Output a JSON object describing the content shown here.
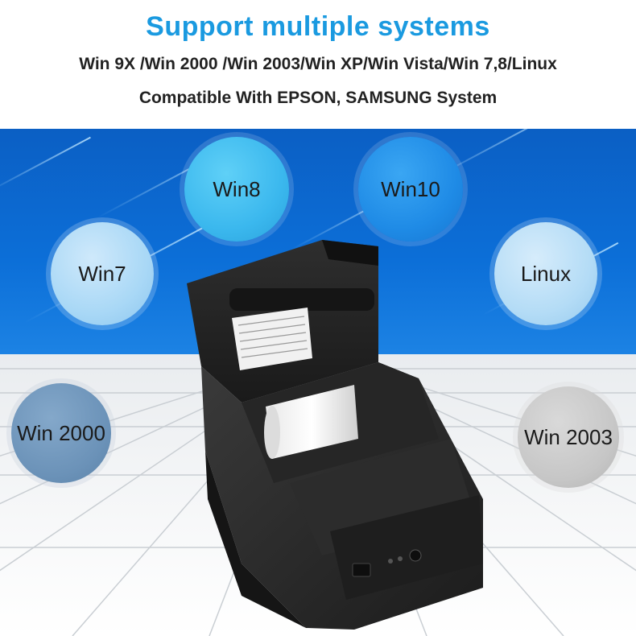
{
  "header": {
    "title": "Support multiple systems",
    "systems_line": "Win 9X /Win 2000 /Win 2003/Win XP/Win Vista/Win 7,8/Linux",
    "compat_line": "Compatible With EPSON, SAMSUNG System"
  },
  "badges": {
    "win8": "Win8",
    "win10": "Win10",
    "win7": "Win7",
    "linux": "Linux",
    "win2000": "Win 2000",
    "win2003": "Win 2003"
  },
  "colors": {
    "headline": "#1a9ae0",
    "banner": "#0c6fd8",
    "win8_bubble": "#3bb8ee",
    "win10_bubble": "#1f8be6",
    "win7_bubble": "#a9d8f6",
    "linux_bubble": "#b4dcf6",
    "win2000_bubble": "#6b92b8",
    "win2003_bubble": "#c6c6c6",
    "printer_body": "#2a2a2a"
  }
}
